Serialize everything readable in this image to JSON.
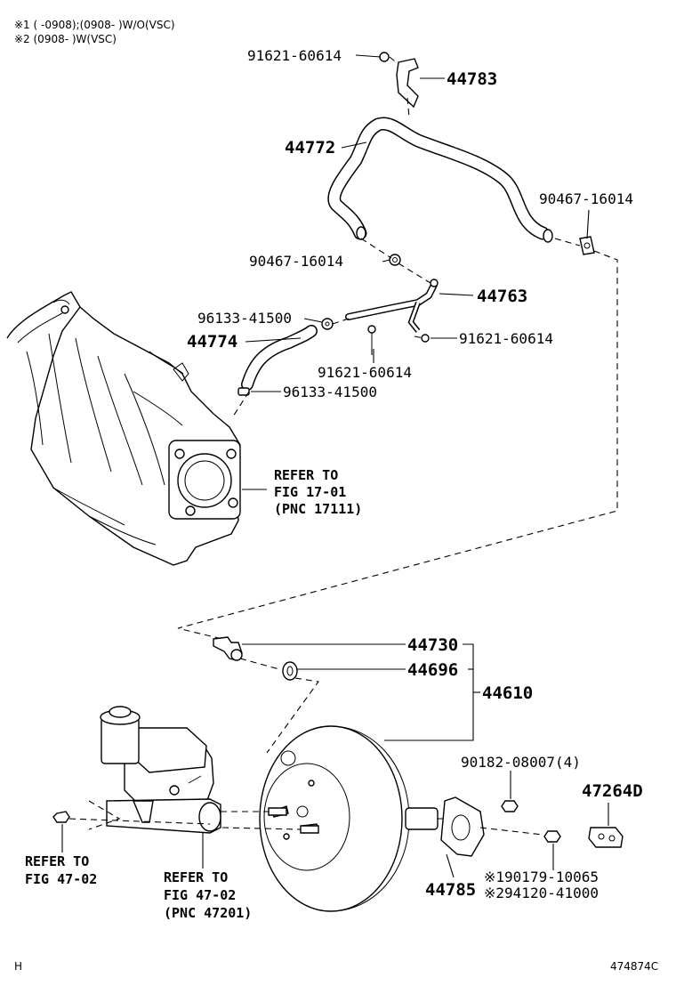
{
  "notes": {
    "note1": "※1 (      -0908);(0908-       )W/O(VSC)",
    "note2": "※2 (0908-       )W(VSC)"
  },
  "labels": {
    "p91621_top": "91621-60614",
    "p44783": "44783",
    "p44772": "44772",
    "p90467_right": "90467-16014",
    "p90467_mid": "90467-16014",
    "p44763": "44763",
    "p96133_upper": "96133-41500",
    "p44774": "44774",
    "p91621_right": "91621-60614",
    "p91621_mid": "91621-60614",
    "p96133_lower": "96133-41500",
    "p44730": "44730",
    "p44696": "44696",
    "p44610": "44610",
    "p90182": "90182-08007(4)",
    "p47264D": "47264D",
    "p90179": "※190179-10065",
    "p94120": "※294120-41000",
    "p44785": "44785"
  },
  "refs": {
    "fig17_line1": "REFER TO",
    "fig17_line2": "FIG 17-01",
    "fig17_line3": "(PNC 17111)",
    "fig47a_line1": "REFER TO",
    "fig47a_line2": "FIG 47-02",
    "fig47b_line1": "REFER TO",
    "fig47b_line2": "FIG 47-02",
    "fig47b_line3": "(PNC 47201)"
  },
  "footer": {
    "left": "H",
    "right": "474874C"
  }
}
